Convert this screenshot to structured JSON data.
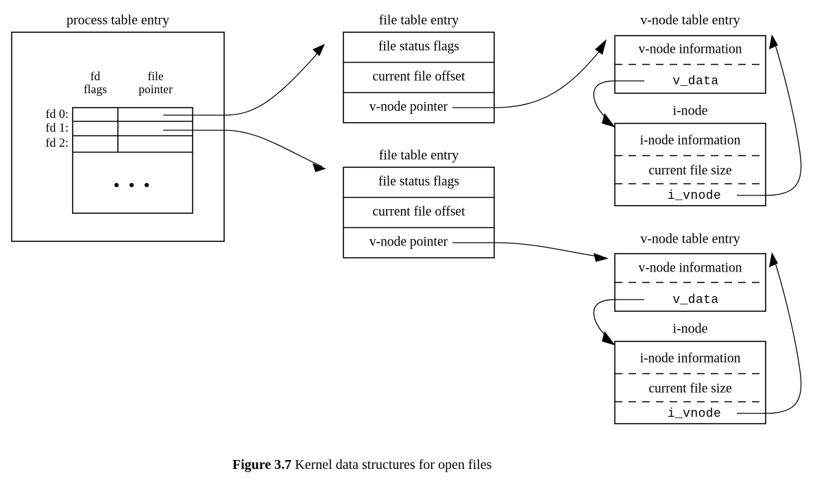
{
  "figure": {
    "caption_label": "Figure 3.7",
    "caption_text": "Kernel data structures for open files"
  },
  "process_table": {
    "title": "process table entry",
    "column_headers": {
      "fd_flags_line1": "fd",
      "fd_flags_line2": "flags",
      "file_pointer_line1": "file",
      "file_pointer_line2": "pointer"
    },
    "rows": [
      {
        "label": "fd 0:"
      },
      {
        "label": "fd 1:"
      },
      {
        "label": "fd 2:"
      }
    ],
    "ellipsis": "• • •"
  },
  "file_table_entries": [
    {
      "title": "file table entry",
      "rows": [
        "file status flags",
        "current file offset",
        "v-node pointer"
      ]
    },
    {
      "title": "file table entry",
      "rows": [
        "file status flags",
        "current file offset",
        "v-node pointer"
      ]
    }
  ],
  "vnode_groups": [
    {
      "vnode_title": "v-node table entry",
      "vnode_rows": [
        "v-node information",
        "v_data"
      ],
      "inode_title": "i-node",
      "inode_rows": [
        "i-node information",
        "current file size",
        "i_vnode"
      ]
    },
    {
      "vnode_title": "v-node table entry",
      "vnode_rows": [
        "v-node information",
        "v_data"
      ],
      "inode_title": "i-node",
      "inode_rows": [
        "i-node information",
        "current file size",
        "i_vnode"
      ]
    }
  ],
  "colors": {
    "ink": "#000000",
    "background": "#ffffff"
  }
}
